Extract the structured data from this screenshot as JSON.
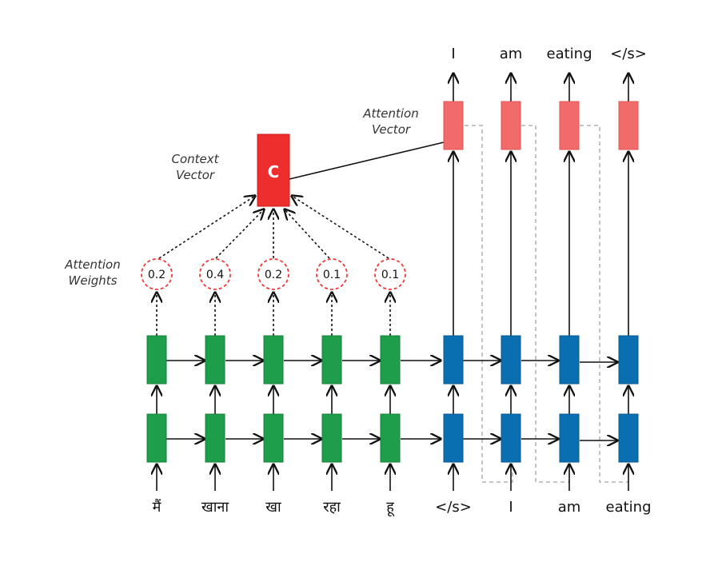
{
  "context": {
    "title_line1": "Context",
    "title_line2": "Vector",
    "box_label": "C"
  },
  "attention_vector": {
    "title_line1": "Attention",
    "title_line2": "Vector"
  },
  "attention_weights": {
    "title_line1": "Attention",
    "title_line2": "Weights",
    "values": [
      "0.2",
      "0.4",
      "0.2",
      "0.1",
      "0.1"
    ]
  },
  "encoder_inputs": [
    "मैं",
    "खाना",
    "खा",
    "रहा",
    "हू"
  ],
  "decoder_inputs": [
    "</s>",
    "I",
    "am",
    "eating"
  ],
  "decoder_outputs": [
    "I",
    "am",
    "eating",
    "</s>"
  ],
  "colors": {
    "encoder": "#1e9e4a",
    "decoder": "#0a6fb0",
    "attention": "#f26b6b",
    "context": "#ee2d2d",
    "weight_circle": "#ee3a3a",
    "feedback_line": "#b0b0b0"
  }
}
